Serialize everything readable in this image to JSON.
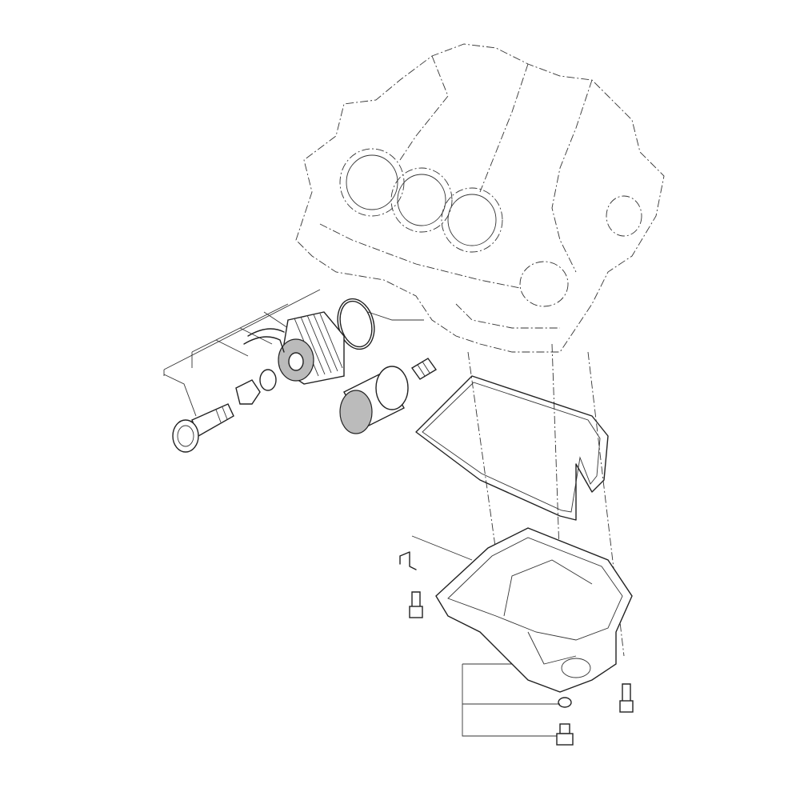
{
  "diagram": {
    "colors": {
      "line": "#222222",
      "background": "#ffffff",
      "shade": "#bbbbbb"
    },
    "parts": [
      "engine-crankcase",
      "o-ring",
      "oil-cooler",
      "oil-cooler-hose",
      "circlip",
      "washer",
      "union-bolt",
      "oil-filter",
      "oil-filter-nipple",
      "oil-pan-gasket",
      "oil-pan",
      "bracket",
      "oil-pan-bolt",
      "drain-washer",
      "drain-bolt"
    ]
  }
}
